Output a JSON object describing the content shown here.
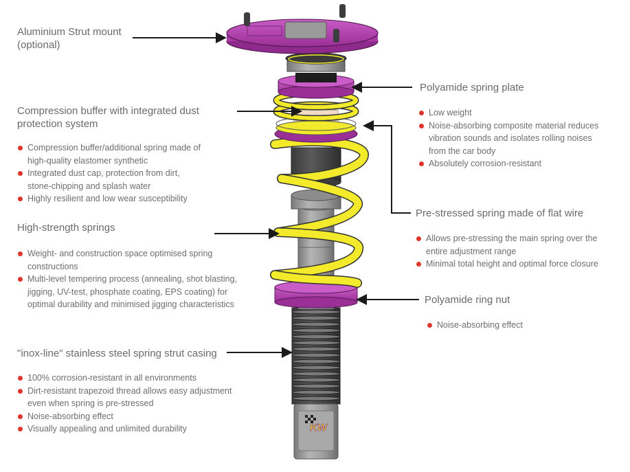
{
  "colors": {
    "bullet": "#e0352b",
    "text": "#6a6a6a",
    "purple": "#b43fb0",
    "yellow": "#f2ea2a",
    "arrow": "#1a1a1a"
  },
  "callouts": {
    "strut_mount": {
      "title": [
        "Aluminium Strut mount",
        "(optional)"
      ],
      "bullets": []
    },
    "compression_buffer": {
      "title": [
        "Compression buffer with integrated dust",
        "protection system"
      ],
      "bullets": [
        [
          "Compression buffer/additional spring made of",
          "high-quality elastomer synthetic"
        ],
        [
          "Integrated dust cap, protection from dirt,",
          "stone-chipping and splash water"
        ],
        [
          "Highly resilient and low wear susceptibility"
        ]
      ]
    },
    "springs": {
      "title": [
        "High-strength springs"
      ],
      "bullets": [
        [
          "Weight- and construction space optimised spring",
          "constructions"
        ],
        [
          "Multi-level tempering process (annealing, shot blasting,",
          "jigging, UV-test, phosphate coating, EPS coating) for",
          "optimal durability and minimised jigging characteristics"
        ]
      ]
    },
    "casing": {
      "title": [
        "\"inox-line\" stainless steel spring strut casing"
      ],
      "bullets": [
        [
          "100% corrosion-resistant in all environments"
        ],
        [
          "Dirt-resistant trapezoid thread allows easy adjustment",
          "even when spring is pre-stressed"
        ],
        [
          "Noise-absorbing effect"
        ],
        [
          "Visually appealing and unlimited durability"
        ]
      ]
    },
    "spring_plate": {
      "title": [
        "Polyamide spring plate"
      ],
      "bullets": [
        [
          "Low weight"
        ],
        [
          "Noise-absorbing composite material reduces",
          "vibration sounds and isolates rolling noises",
          "from the  car body"
        ],
        [
          "Absolutely corrosion-resistant"
        ]
      ]
    },
    "flat_wire": {
      "title": [
        "Pre-stressed spring made of flat wire"
      ],
      "bullets": [
        [
          "Allows pre-stressing the main spring over the",
          "entire adjustment range"
        ],
        [
          "Minimal total height and optimal force closure"
        ]
      ]
    },
    "ring_nut": {
      "title": [
        "Polyamide ring nut"
      ],
      "bullets": [
        [
          "Noise-absorbing effect"
        ]
      ]
    }
  },
  "logo": {
    "text": "KW"
  }
}
